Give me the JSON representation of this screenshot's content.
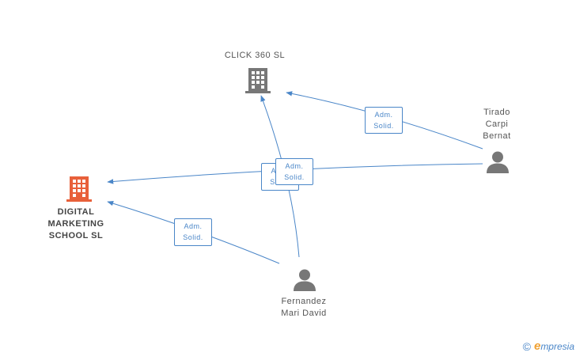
{
  "nodes": {
    "click360": {
      "label": "CLICK 360  SL"
    },
    "digital": {
      "lines": [
        "DIGITAL",
        "MARKETING",
        "SCHOOL  SL"
      ]
    },
    "tirado": {
      "lines": [
        "Tirado",
        "Carpi",
        "Bernat"
      ]
    },
    "fernandez": {
      "lines": [
        "Fernandez",
        "Mari David"
      ]
    }
  },
  "edges": {
    "tirado_click360": {
      "lines": [
        "Adm.",
        "Solid."
      ]
    },
    "tirado_digital": {
      "lines": [
        "Adm.",
        "Solid."
      ]
    },
    "fernandez_click360": {
      "lines": [
        "Adm.",
        "Solid."
      ]
    },
    "fernandez_digital": {
      "lines": [
        "Adm.",
        "Solid."
      ]
    }
  },
  "colors": {
    "edge": "#4a86c8",
    "company_main": "#e8603a",
    "company": "#777777",
    "person": "#777777"
  },
  "brand": {
    "copyright": "©",
    "initial": "e",
    "rest": "mpresia"
  }
}
